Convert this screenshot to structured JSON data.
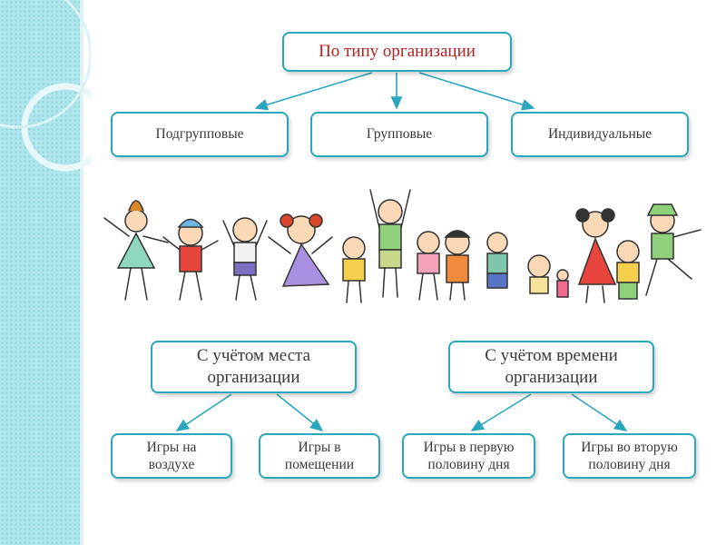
{
  "colors": {
    "box_border": "#2aa6bd",
    "arrow": "#2aa6bd",
    "root_text": "#b22222",
    "side_strip": "#aee6ec"
  },
  "diagram": {
    "root": "По типу организации",
    "by_type": [
      "Подгрупповые",
      "Групповые",
      "Индивидуальные"
    ],
    "place": {
      "title_line1": "С учётом места",
      "title_line2": "организации",
      "children": [
        {
          "line1": "Игры на",
          "line2": "воздухе"
        },
        {
          "line1": "Игры в",
          "line2": "помещении"
        }
      ]
    },
    "time": {
      "title_line1": "С учётом времени",
      "title_line2": "организации",
      "children": [
        {
          "line1": "Игры в первую",
          "line2": "половину дня"
        },
        {
          "line1": "Игры во вторую",
          "line2": "половину дня"
        }
      ]
    }
  },
  "illustration": {
    "icon": "cheering-children-illustration"
  }
}
